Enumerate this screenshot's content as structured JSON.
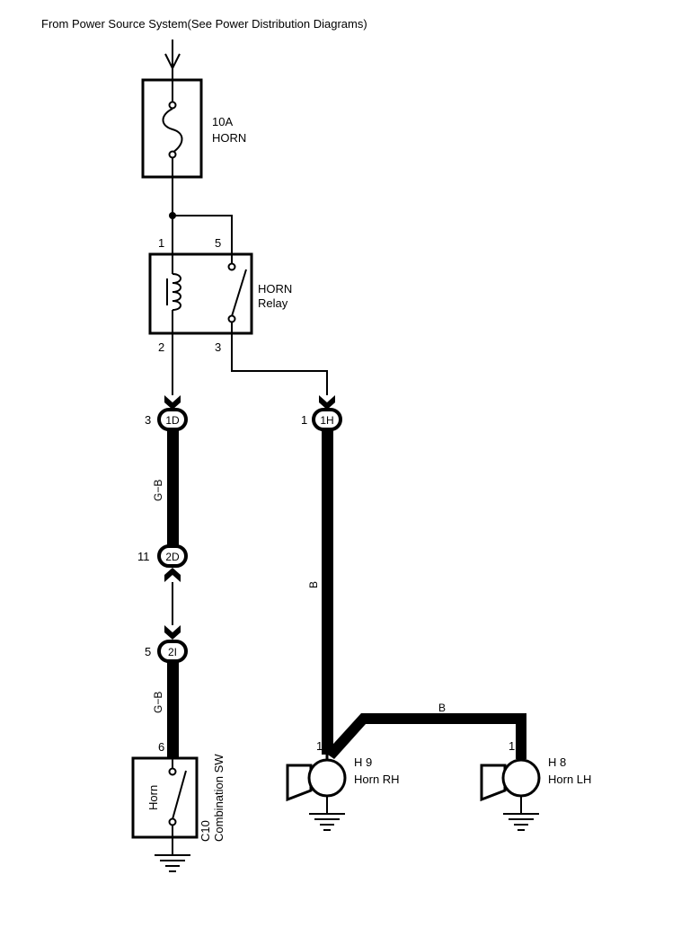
{
  "header": {
    "source_text": "From Power Source System(See Power Distribution Diagrams)"
  },
  "fuse": {
    "rating": "10A",
    "name": "HORN"
  },
  "relay": {
    "name": "HORN",
    "type": "Relay",
    "pin1": "1",
    "pin5": "5",
    "pin2": "2",
    "pin3": "3"
  },
  "connectors": {
    "c1": {
      "pin": "3",
      "code": "1D"
    },
    "c2": {
      "pin": "11",
      "code": "2D"
    },
    "c3": {
      "pin": "5",
      "code": "2I"
    },
    "c4": {
      "pin": "1",
      "code": "1H"
    }
  },
  "wires": {
    "left_upper": "G−B",
    "left_lower": "G−B",
    "right_vertical": "B",
    "right_horizontal": "B"
  },
  "switch": {
    "pin": "6",
    "label": "Horn",
    "code": "C10",
    "name": "Combination SW"
  },
  "horn_rh": {
    "pin": "1",
    "code": "H 9",
    "name": "Horn RH"
  },
  "horn_lh": {
    "pin": "1",
    "code": "H 8",
    "name": "Horn LH"
  }
}
